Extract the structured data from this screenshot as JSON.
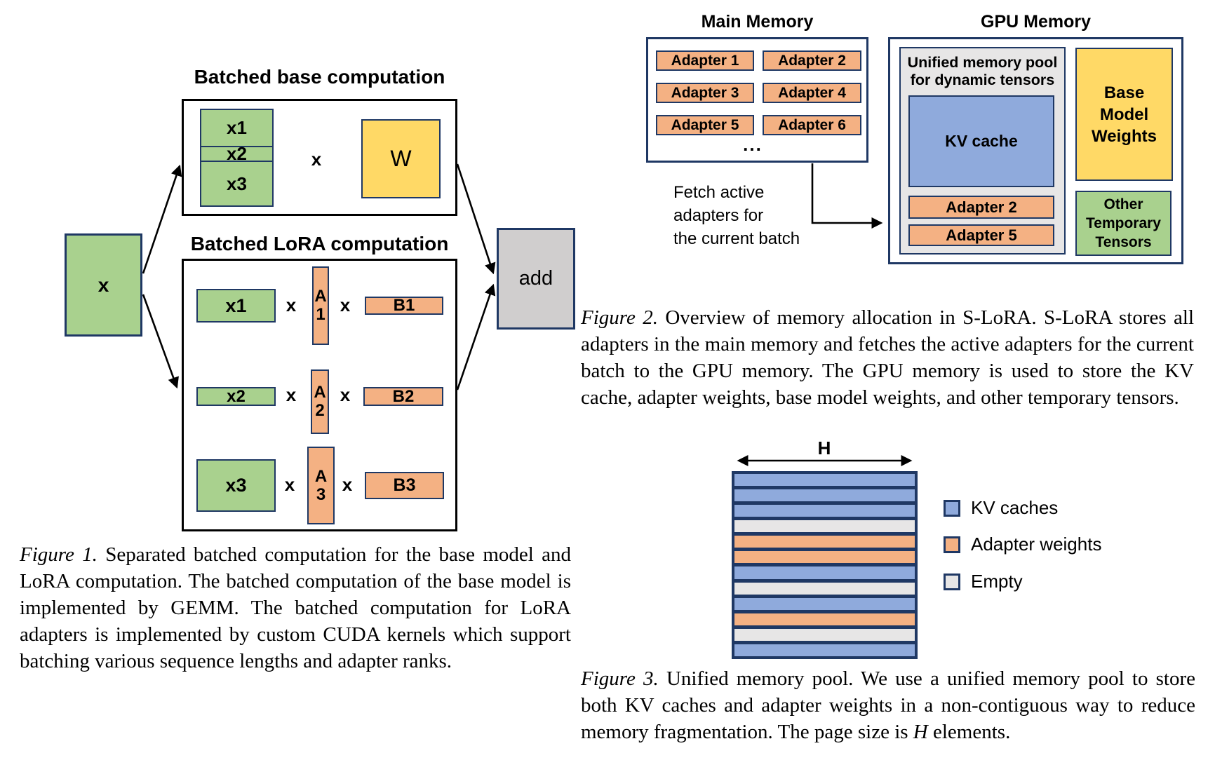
{
  "figure1": {
    "base_title": "Batched base computation",
    "lora_title": "Batched LoRA computation",
    "stack_labels": [
      "x1",
      "x2",
      "x3"
    ],
    "multiply_sign": "x",
    "weight_label": "W",
    "input_label": "x",
    "add_label": "add",
    "rows": [
      {
        "x_label": "x1",
        "a_top": "A",
        "a_bottom": "1",
        "b_label": "B1"
      },
      {
        "x_label": "x2",
        "a_top": "A",
        "a_bottom": "2",
        "b_label": "B2"
      },
      {
        "x_label": "x3",
        "a_top": "A",
        "a_bottom": "3",
        "b_label": "B3"
      }
    ],
    "caption": {
      "tag": "Figure 1.",
      "text": "Separated batched computation for the base model and LoRA computation. The batched computation of the base model is implemented by GEMM. The batched computation for LoRA adapters is implemented by custom CUDA kernels which support batching various sequence lengths and adapter ranks."
    }
  },
  "figure2": {
    "main_memory_title": "Main Memory",
    "gpu_memory_title": "GPU Memory",
    "main_adapters": [
      "Adapter 1",
      "Adapter 2",
      "Adapter 3",
      "Adapter 4",
      "Adapter 5",
      "Adapter 6"
    ],
    "ellipsis": "...",
    "pool_title": [
      "Unified memory pool",
      "for dynamic tensors"
    ],
    "kv_cache_label": "KV cache",
    "loaded_adapters": [
      "Adapter 2",
      "Adapter 5"
    ],
    "base_model_weights": [
      "Base",
      "Model",
      "Weights"
    ],
    "other_temporary_tensors": [
      "Other",
      "Temporary",
      "Tensors"
    ],
    "fetch_note": [
      "Fetch active",
      "adapters for",
      "the current batch"
    ],
    "caption": {
      "tag": "Figure 2.",
      "text": "Overview of memory allocation in S-LoRA. S-LoRA stores all adapters in the main memory and fetches the active adapters for the current batch to the GPU memory.  The GPU memory is used to store the KV cache, adapter weights, base model weights, and other temporary tensors."
    }
  },
  "figure3": {
    "h_label": "H",
    "stripes": [
      "kv",
      "kv",
      "kv",
      "empty",
      "adapter",
      "adapter",
      "kv",
      "empty",
      "kv",
      "adapter",
      "empty",
      "kv"
    ],
    "legend": [
      {
        "type": "kv",
        "label": "KV caches"
      },
      {
        "type": "adapter",
        "label": "Adapter weights"
      },
      {
        "type": "empty",
        "label": "Empty"
      }
    ],
    "caption": {
      "tag": "Figure 3.",
      "text_before_math": "Unified memory pool. We use a unified memory pool to store both KV caches and adapter weights in a non-contiguous way to reduce memory fragmentation. The page size is ",
      "math": "H",
      "text_after_math": " elements."
    }
  },
  "colors": {
    "green": "#a9d18e",
    "yellow": "#ffd966",
    "orange": "#f4b183",
    "blue": "#8faadc",
    "light_gray": "#e7e6e6",
    "gray": "#d0cece",
    "navy_border": "#1f3864"
  }
}
